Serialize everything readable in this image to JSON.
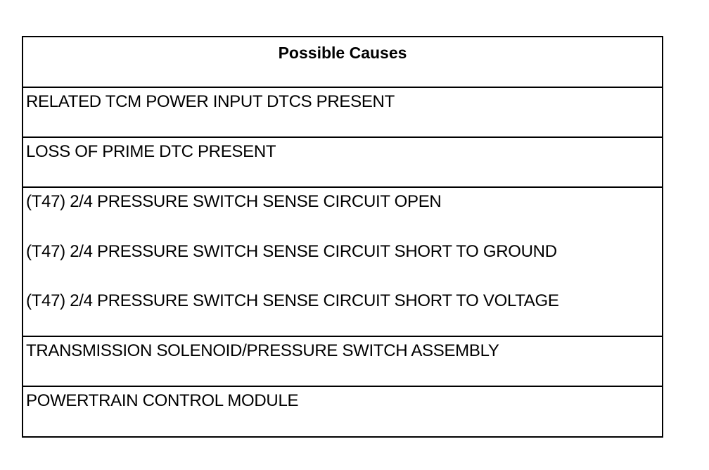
{
  "table": {
    "header": "Possible Causes",
    "rows": [
      {
        "lines": [
          "RELATED TCM POWER INPUT DTCS PRESENT"
        ]
      },
      {
        "lines": [
          "LOSS OF PRIME DTC PRESENT"
        ]
      },
      {
        "lines": [
          "(T47) 2/4 PRESSURE SWITCH SENSE CIRCUIT OPEN",
          "(T47) 2/4 PRESSURE SWITCH SENSE CIRCUIT SHORT TO GROUND",
          "(T47) 2/4 PRESSURE SWITCH SENSE CIRCUIT SHORT TO VOLTAGE"
        ]
      },
      {
        "lines": [
          "TRANSMISSION SOLENOID/PRESSURE SWITCH ASSEMBLY"
        ]
      },
      {
        "lines": [
          "POWERTRAIN CONTROL MODULE"
        ]
      }
    ]
  }
}
